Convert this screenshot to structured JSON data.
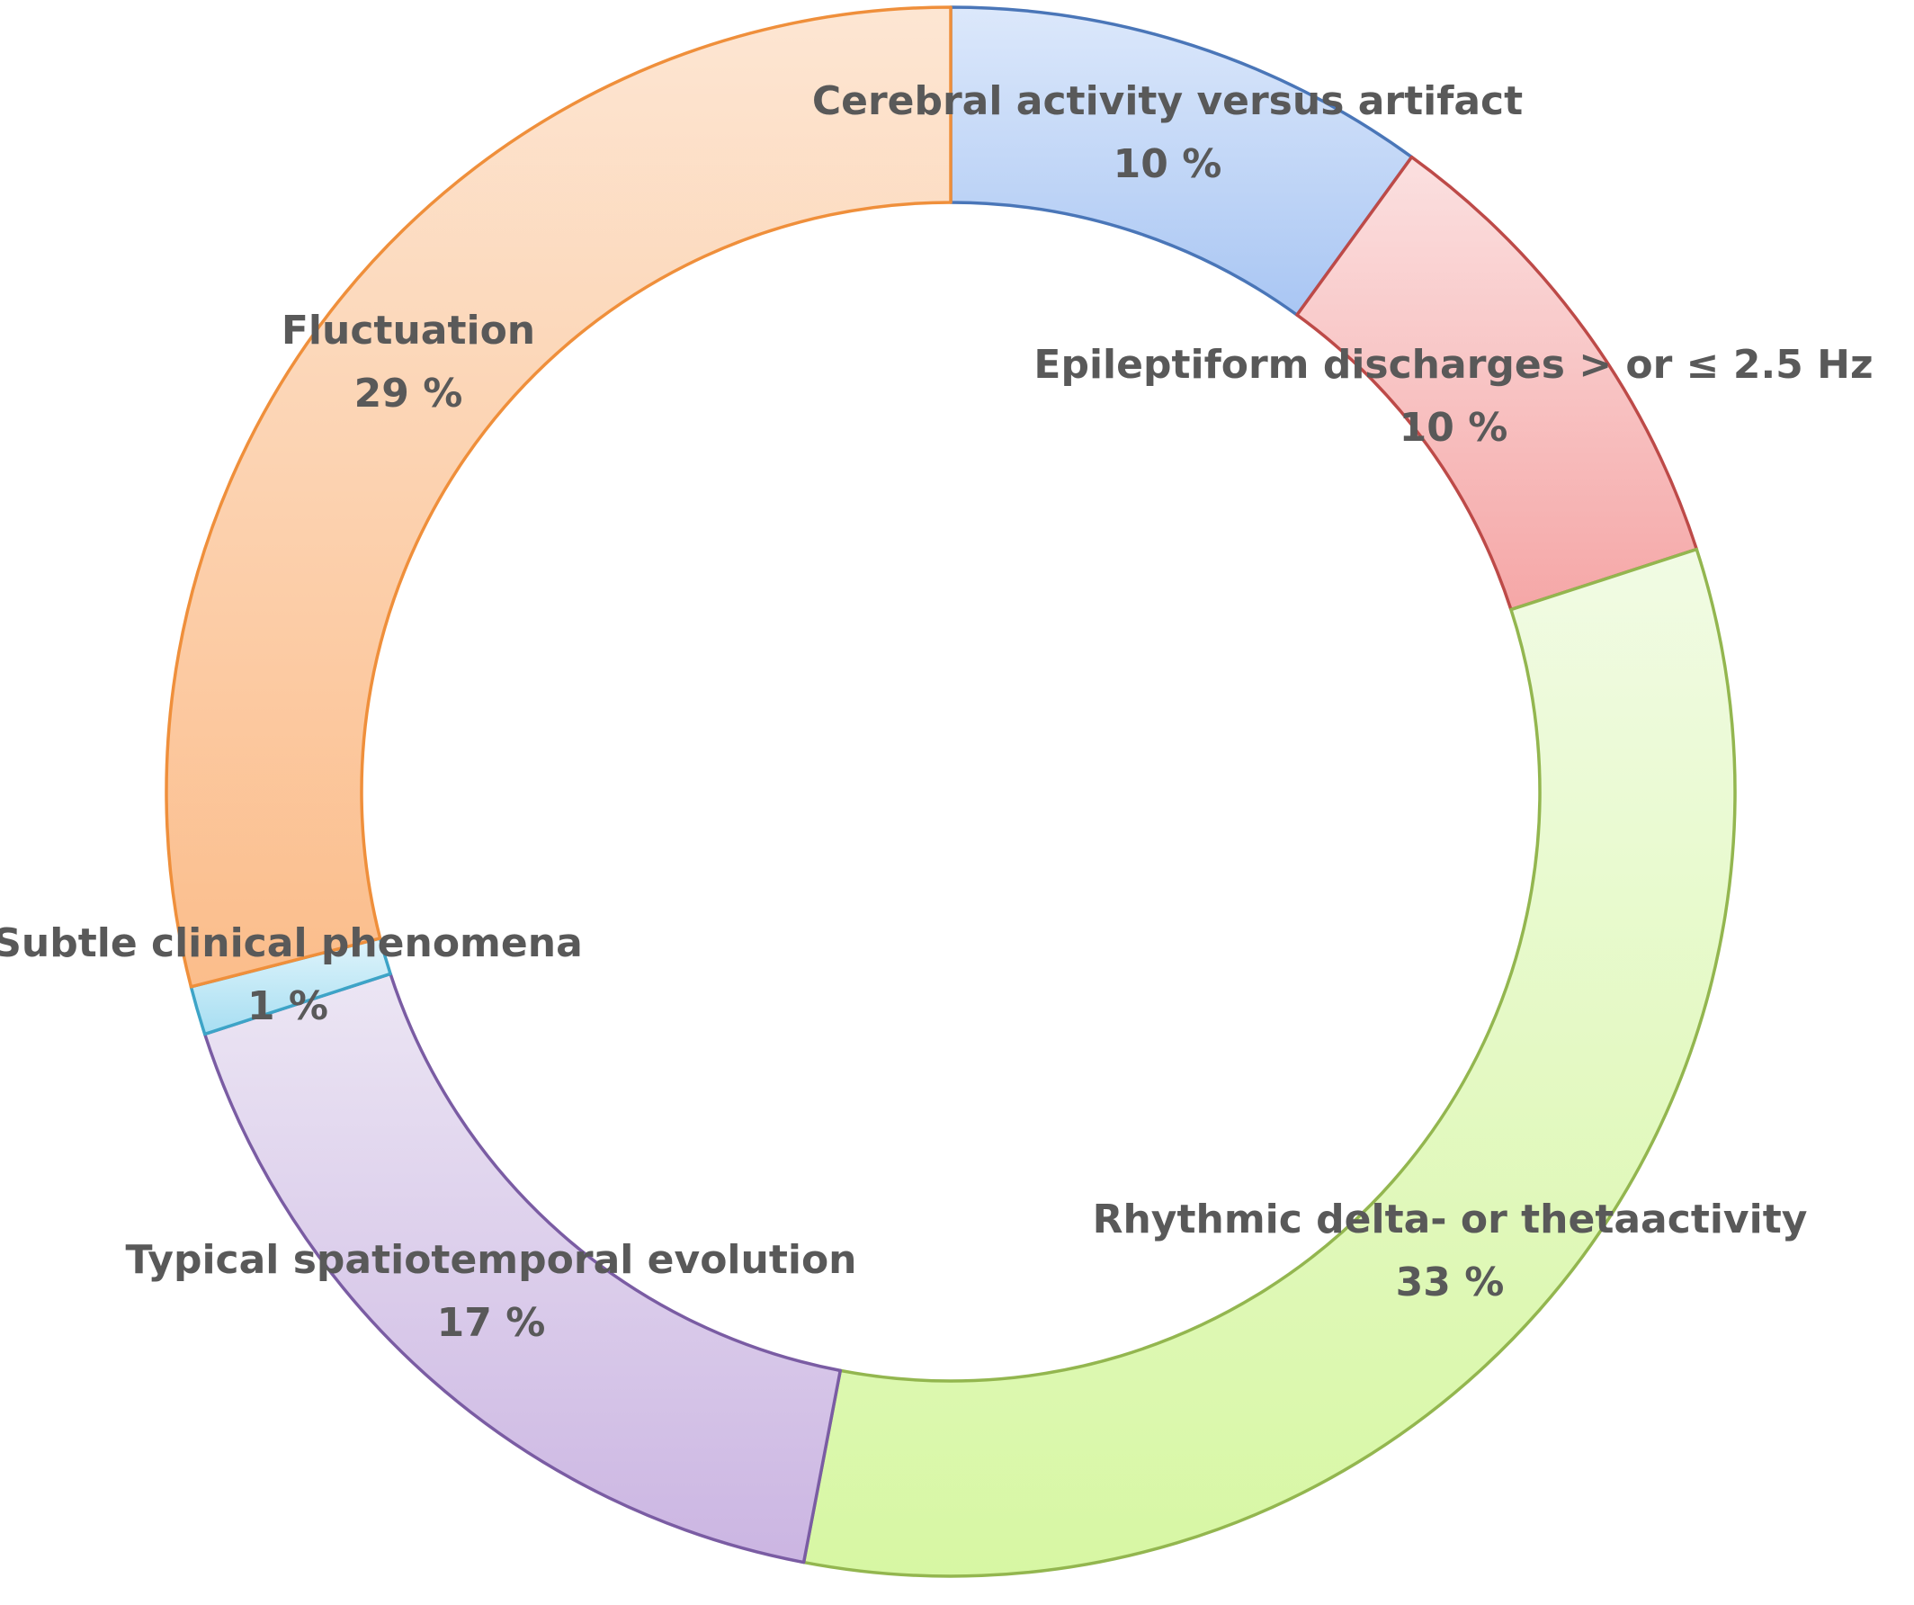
{
  "chart_data": {
    "type": "pie",
    "donut": true,
    "unit": "%",
    "start": "top, clockwise",
    "slices": [
      {
        "label": "Cerebral activity versus artifact",
        "value": 10,
        "value_text": "10 %",
        "fill_light": "#dce8fb",
        "fill_dark": "#a9c6f3",
        "stroke": "#4a76b8"
      },
      {
        "label": "Epileptiform discharges > or ≤ 2.5 Hz",
        "value": 10,
        "value_text": "10 %",
        "fill_light": "#fbe0e0",
        "fill_dark": "#f5a7a7",
        "stroke": "#bd4a48"
      },
      {
        "label": "Rhythmic delta- or thetaactivity",
        "value": 33,
        "value_text": "33 %",
        "fill_light": "#f1fbe4",
        "fill_dark": "#d7f7a3",
        "stroke": "#93b64f"
      },
      {
        "label": "Typical spatiotemporal evolution",
        "value": 17,
        "value_text": "17 %",
        "fill_light": "#ece6f4",
        "fill_dark": "#cbb5e2",
        "stroke": "#7a5ca3"
      },
      {
        "label": "Subtle clinical phenomena",
        "value": 1,
        "value_text": "1 %",
        "fill_light": "#dff4fb",
        "fill_dark": "#a7def2",
        "stroke": "#3da4c7"
      },
      {
        "label": "Fluctuation",
        "value": 29,
        "value_text": "29 %",
        "fill_light": "#fde6d3",
        "fill_dark": "#fbbd8b",
        "stroke": "#ef8f3b"
      }
    ]
  }
}
